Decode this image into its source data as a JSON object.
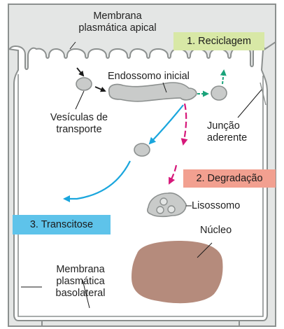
{
  "labels": {
    "apical_membrane": [
      "Membrana",
      "plasmática apical"
    ],
    "early_endosome": "Endossomo inicial",
    "transport_vesicles": [
      "Vesículas de",
      "transporte"
    ],
    "adherens_junction": [
      "Junção",
      "aderente"
    ],
    "lysosome": "Lisossomo",
    "nucleus": "Núcleo",
    "basolateral_membrane": [
      "Membrana",
      "plasmática",
      "basolateral"
    ]
  },
  "pathways": {
    "recycling": "1. Reciclagem",
    "degradation": "2. Degradação",
    "transcytosis": "3. Transcitose"
  },
  "colors": {
    "membrane_fill": "#e4e6e5",
    "membrane_stroke": "#8c908f",
    "organelle_fill": "#c9cbca",
    "nucleus_fill": "#b58b7c",
    "arrow_recycling": "#1aa37a",
    "arrow_degradation": "#d6187a",
    "arrow_transcytosis": "#1aa6dd",
    "arrow_black": "#1a1a1a",
    "box_recycling": "#d8e8a6",
    "box_degradation": "#f2a090",
    "box_transcytosis": "#5ec3ea"
  }
}
